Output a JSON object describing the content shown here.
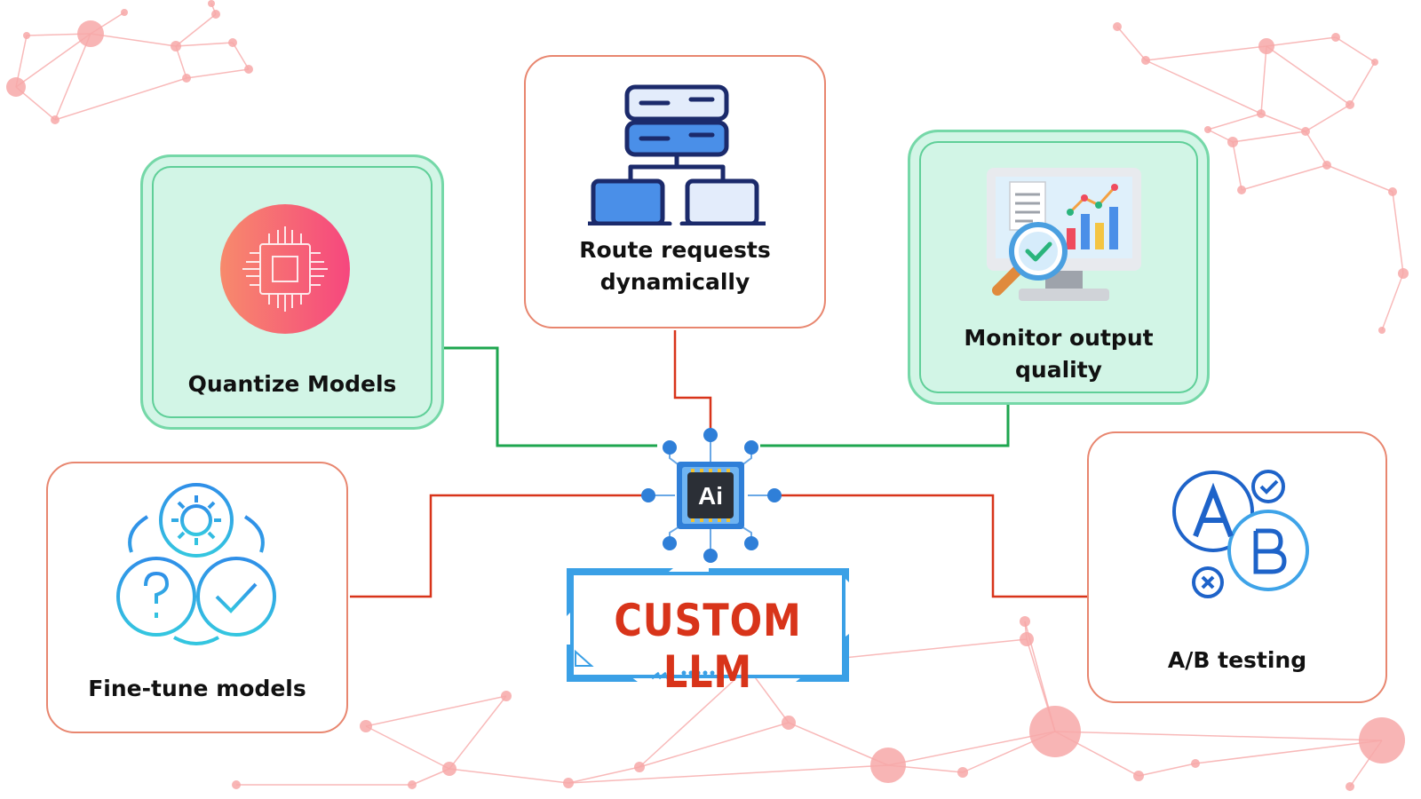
{
  "diagram": {
    "center_title": "CUSTOM LLM",
    "chip_label": "Ai",
    "nodes": {
      "quantize": {
        "label": "Quantize Models",
        "icon": "chip-icon"
      },
      "route": {
        "label_line1": "Route requests",
        "label_line2": "dynamically",
        "icon": "server-network-icon"
      },
      "monitor": {
        "label_line1": "Monitor output",
        "label_line2": "quality",
        "icon": "monitor-analytics-icon"
      },
      "finetune": {
        "label": "Fine-tune models",
        "icon": "cycle-gears-icon"
      },
      "abtest": {
        "label": "A/B testing",
        "icon": "ab-test-icon"
      }
    },
    "colors": {
      "green_connector": "#1ea64f",
      "red_connector": "#d8341a",
      "card_border": "#e8866f",
      "green_card_fill": "#d2f5e6",
      "network_pink": "#f7a8a8"
    }
  }
}
